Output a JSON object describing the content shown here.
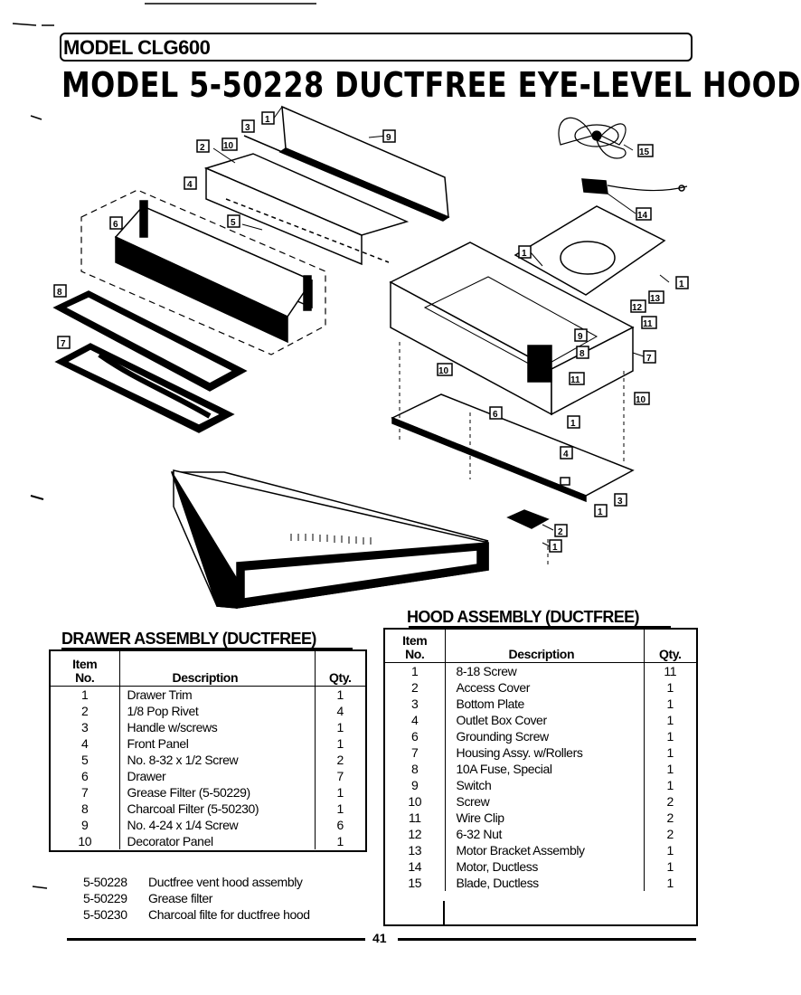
{
  "header": {
    "model_label": "MODEL CLG600",
    "title": "MODEL 5-50228 DUCTFREE EYE-LEVEL HOOD"
  },
  "drawer_assembly": {
    "title": "DRAWER ASSEMBLY (DUCTFREE)",
    "columns": {
      "item_line1": "Item",
      "item_line2": "No.",
      "description": "Description",
      "qty": "Qty."
    },
    "rows": [
      {
        "no": "1",
        "description": "Drawer Trim",
        "qty": "1"
      },
      {
        "no": "2",
        "description": "1/8 Pop Rivet",
        "qty": "4"
      },
      {
        "no": "3",
        "description": "Handle w/screws",
        "qty": "1"
      },
      {
        "no": "4",
        "description": "Front Panel",
        "qty": "1"
      },
      {
        "no": "5",
        "description": "No. 8-32 x 1/2 Screw",
        "qty": "2"
      },
      {
        "no": "6",
        "description": "Drawer",
        "qty": "7"
      },
      {
        "no": "7",
        "description": "Grease Filter (5-50229)",
        "qty": "1"
      },
      {
        "no": "8",
        "description": "Charcoal Filter (5-50230)",
        "qty": "1"
      },
      {
        "no": "9",
        "description": "No. 4-24 x 1/4 Screw",
        "qty": "6"
      },
      {
        "no": "10",
        "description": "Decorator Panel",
        "qty": "1"
      }
    ]
  },
  "hood_assembly": {
    "title": "HOOD ASSEMBLY (DUCTFREE)",
    "columns": {
      "item_line1": "Item",
      "item_line2": "No.",
      "description": "Description",
      "qty": "Qty."
    },
    "rows": [
      {
        "no": "1",
        "description": "8-18 Screw",
        "qty": "11"
      },
      {
        "no": "2",
        "description": "Access Cover",
        "qty": "1"
      },
      {
        "no": "3",
        "description": "Bottom Plate",
        "qty": "1"
      },
      {
        "no": "4",
        "description": "Outlet Box Cover",
        "qty": "1"
      },
      {
        "no": "6",
        "description": "Grounding Screw",
        "qty": "1"
      },
      {
        "no": "7",
        "description": "Housing Assy. w/Rollers",
        "qty": "1"
      },
      {
        "no": "8",
        "description": "10A Fuse, Special",
        "qty": "1"
      },
      {
        "no": "9",
        "description": "Switch",
        "qty": "1"
      },
      {
        "no": "10",
        "description": "Screw",
        "qty": "2"
      },
      {
        "no": "11",
        "description": "Wire Clip",
        "qty": "2"
      },
      {
        "no": "12",
        "description": "6-32 Nut",
        "qty": "2"
      },
      {
        "no": "13",
        "description": "Motor Bracket Assembly",
        "qty": "1"
      },
      {
        "no": "14",
        "description": "Motor, Ductless",
        "qty": "1"
      },
      {
        "no": "15",
        "description": "Blade, Ductless",
        "qty": "1"
      }
    ]
  },
  "part_numbers": [
    {
      "number": "5-50228",
      "description": "Ductfree vent hood assembly"
    },
    {
      "number": "5-50229",
      "description": "Grease filter"
    },
    {
      "number": "5-50230",
      "description": "Charcoal filte for ductfree hood"
    }
  ],
  "callouts": [
    "1",
    "2",
    "3",
    "4",
    "5",
    "6",
    "7",
    "8",
    "9",
    "10",
    "11",
    "12",
    "13",
    "14",
    "15"
  ],
  "page_number": "41"
}
